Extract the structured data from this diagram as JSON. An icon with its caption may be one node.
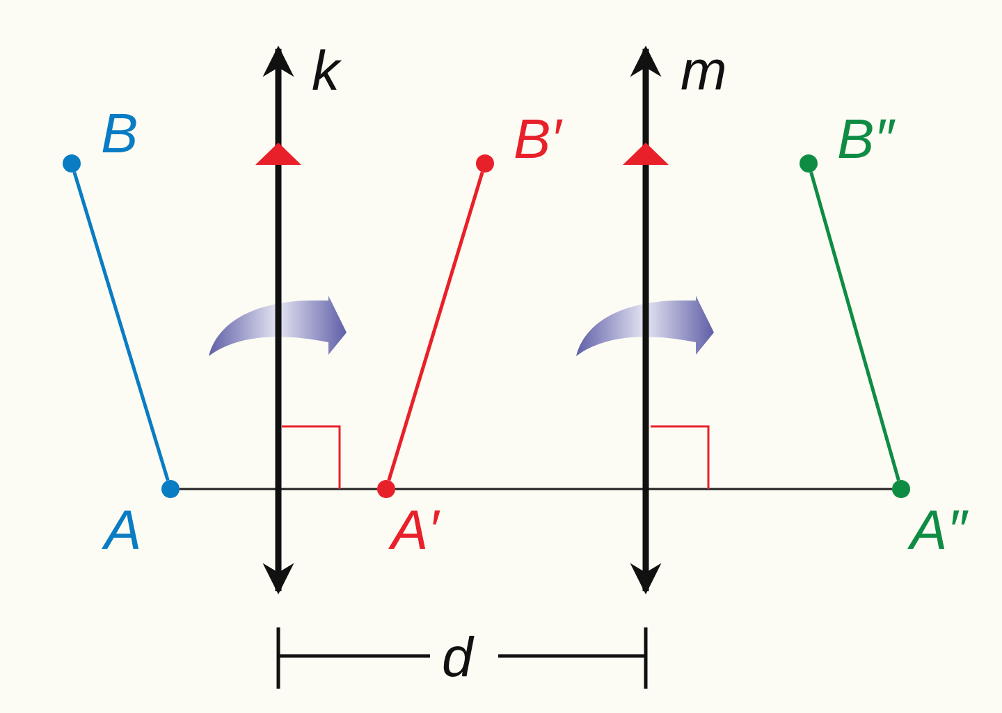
{
  "diagram": {
    "nodes": [
      {
        "text": [
          "B"
        ]
      },
      {
        "text": [
          "A"
        ]
      },
      {
        "text": [
          "B′"
        ]
      },
      {
        "text": [
          "A′"
        ]
      },
      {
        "text": [
          "B″"
        ]
      },
      {
        "text": [
          "A″"
        ]
      }
    ],
    "edges": [
      {
        "from": 0,
        "to": 1,
        "arrow": "none",
        "color": "#0a7cc4"
      },
      {
        "from": 2,
        "to": 3,
        "arrow": "none",
        "color": "#e8202a"
      },
      {
        "from": 4,
        "to": 5,
        "arrow": "none",
        "color": "#0f8c44"
      },
      {
        "from": 1,
        "to": 3,
        "arrow": "none",
        "color": "#222222"
      },
      {
        "from": 3,
        "to": 5,
        "arrow": "none",
        "color": "#222222"
      }
    ],
    "labels": [
      "k",
      "m",
      "d"
    ]
  }
}
